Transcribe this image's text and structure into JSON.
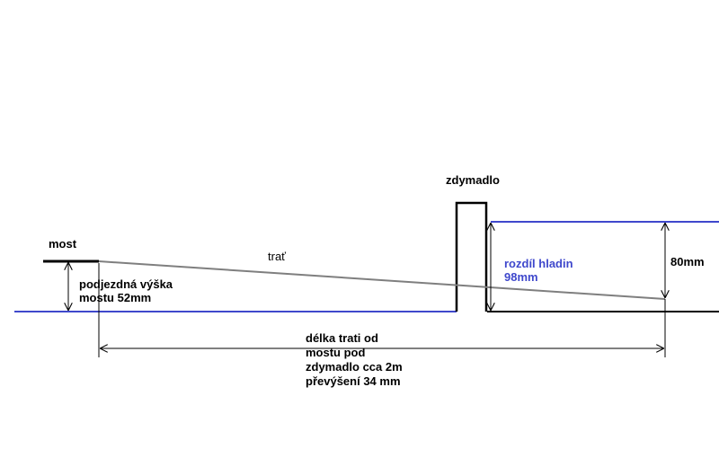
{
  "labels": {
    "most": "most",
    "trat": "trať",
    "zdymadlo": "zdymadlo",
    "podjezdna_line1": "podjezdná výška",
    "podjezdna_line2": "mostu 52mm",
    "rozdil_line1": "rozdíl hladin",
    "rozdil_line2": "98mm",
    "mm80": "80mm",
    "delka_line1": "délka trati od",
    "delka_line2": "mostu pod",
    "delka_line3": "zdymadlo cca 2m",
    "delka_line4": "převýšení 34 mm"
  },
  "colors": {
    "water": "#3f48cc",
    "track": "#7f7f7f",
    "ink": "#000000"
  }
}
